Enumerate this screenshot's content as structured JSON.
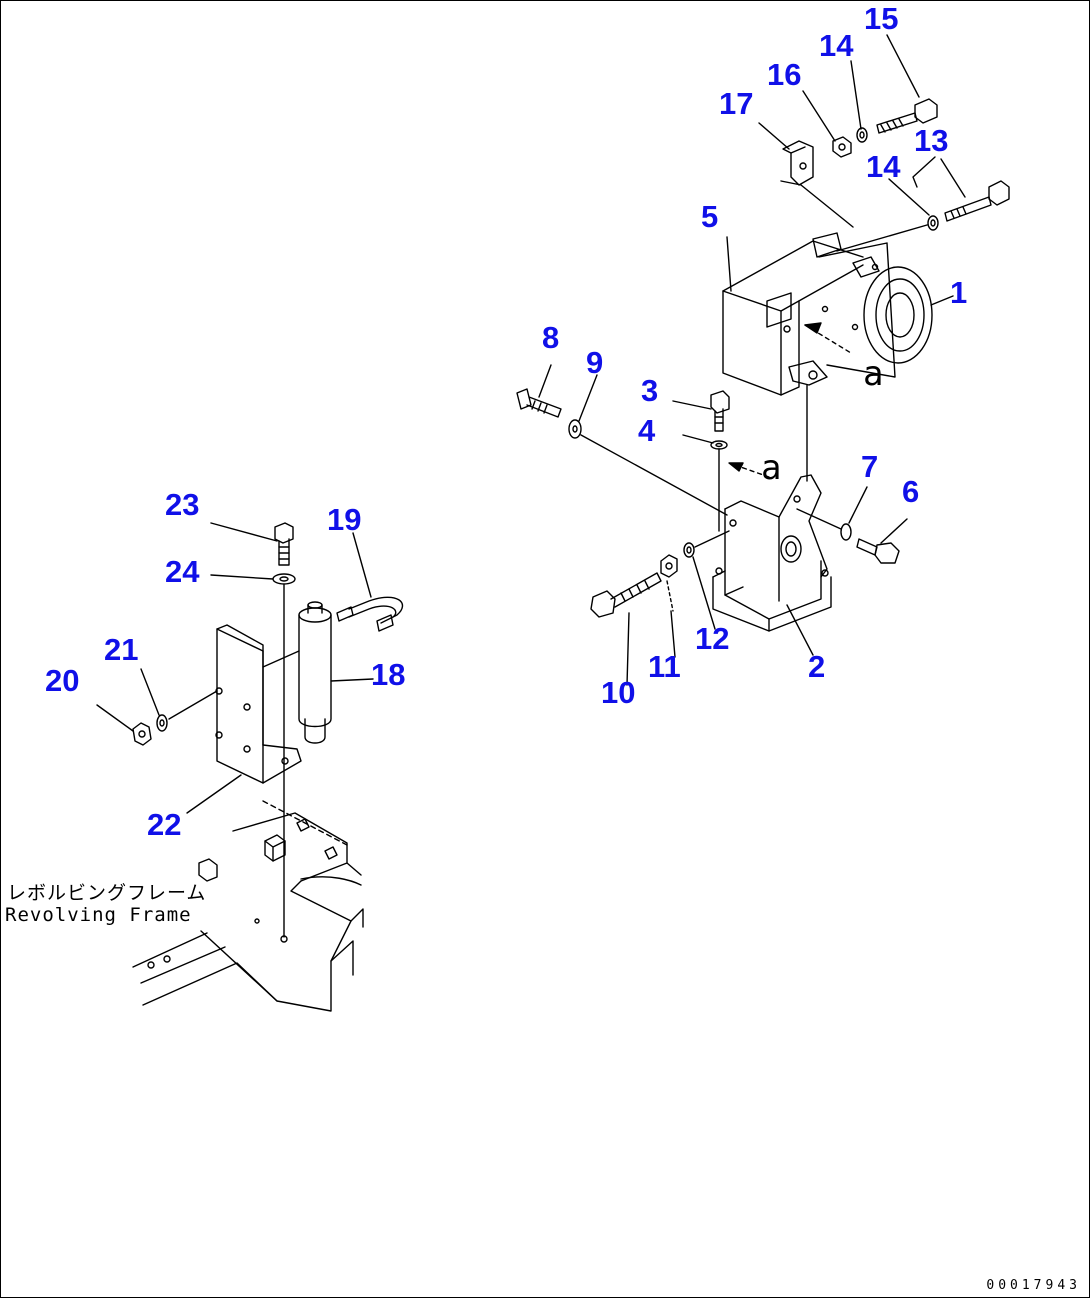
{
  "diagram": {
    "callouts": [
      {
        "id": "c1",
        "label": "1"
      },
      {
        "id": "c2",
        "label": "2"
      },
      {
        "id": "c3",
        "label": "3"
      },
      {
        "id": "c4",
        "label": "4"
      },
      {
        "id": "c5",
        "label": "5"
      },
      {
        "id": "c6",
        "label": "6"
      },
      {
        "id": "c7",
        "label": "7"
      },
      {
        "id": "c8",
        "label": "8"
      },
      {
        "id": "c9",
        "label": "9"
      },
      {
        "id": "c10",
        "label": "10"
      },
      {
        "id": "c11",
        "label": "11"
      },
      {
        "id": "c12",
        "label": "12"
      },
      {
        "id": "c13",
        "label": "13"
      },
      {
        "id": "c14a",
        "label": "14"
      },
      {
        "id": "c14b",
        "label": "14"
      },
      {
        "id": "c15",
        "label": "15"
      },
      {
        "id": "c16",
        "label": "16"
      },
      {
        "id": "c17",
        "label": "17"
      },
      {
        "id": "c18",
        "label": "18"
      },
      {
        "id": "c19",
        "label": "19"
      },
      {
        "id": "c20",
        "label": "20"
      },
      {
        "id": "c21",
        "label": "21"
      },
      {
        "id": "c22",
        "label": "22"
      },
      {
        "id": "c23",
        "label": "23"
      },
      {
        "id": "c24",
        "label": "24"
      }
    ],
    "view_marker_1": "a",
    "view_marker_2": "a",
    "frame_label_jp": "レボルビングフレーム",
    "frame_label_en": "Revolving Frame",
    "drawing_number": "00017943"
  },
  "colors": {
    "callout": "#1010e8",
    "line": "#000000",
    "background": "#ffffff"
  }
}
